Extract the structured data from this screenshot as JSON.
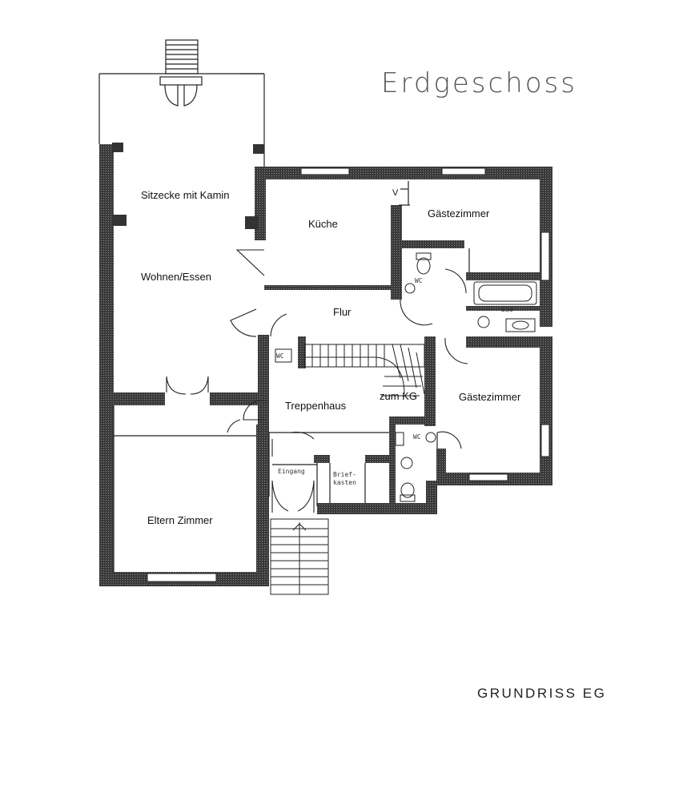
{
  "plan": {
    "title": "Erdgeschoss",
    "caption": "GRUNDRISS EG"
  },
  "rooms": {
    "sitzecke": "Sitzecke mit Kamin",
    "wohnen": "Wohnen/Essen",
    "kueche": "Küche",
    "gaeste1": "Gästezimmer",
    "flur": "Flur",
    "treppenhaus": "Treppenhaus",
    "zum_kg": "zum KG",
    "gaeste2": "Gästezimmer",
    "eltern": "Eltern Zimmer"
  },
  "marks": {
    "v": "V",
    "wc1": "WC",
    "wc2": "WC",
    "wc3": "WC",
    "bad": "Bad",
    "eingang": "Eingang",
    "brief": "Brief-",
    "kasten": "kasten"
  }
}
